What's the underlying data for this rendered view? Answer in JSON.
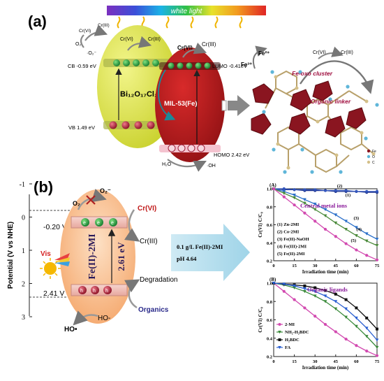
{
  "panel_a": {
    "label": "(a)",
    "light_label": "white light",
    "bi": {
      "name": "Bi₁₂O₁₇Cl₂",
      "cb": "CB -0.59 eV",
      "vb": "VB 1.49 eV",
      "e": "e",
      "h": "h⁺"
    },
    "mil": {
      "name": "MIL-53(Fe)",
      "lumo": "LUMO -0.41eV",
      "homo": "HOMO 2.42 eV"
    },
    "species": {
      "o2": "O₂",
      "o2_minus": "·O₂⁻",
      "cr6": "Cr(VI)",
      "cr3": "Cr(III)",
      "h2o": "H₂O",
      "oh": "·OH",
      "fe2": "Fe²⁺",
      "fe3": "Fe³⁺"
    },
    "cluster_label": "Fe-oxo cluster",
    "linker_label": "Organic linker",
    "atom_legend": [
      "Fe",
      "O",
      "C"
    ]
  },
  "panel_b": {
    "label": "(b)",
    "axis_title": "Potential (V vs NHE)",
    "ticks": [
      "-1",
      "0",
      "1",
      "2",
      "3"
    ],
    "level_cb": "-0.20 V",
    "level_vb": "2.41 V",
    "center_name": "Fe(II)-2MI",
    "gap": "2.61 eV",
    "vis": "Vis",
    "o2": "O₂",
    "o2_minus": "O₂⁻",
    "cr6": "Cr(VI)",
    "cr3": "Cr(III)",
    "degradation": "Degradation",
    "organics": "Organics",
    "ho_rad": "HO•",
    "ho_minus": "HO-",
    "e": "e",
    "h": "h",
    "conditions": [
      "0.1 g/L Fe(II)-2MI",
      "pH 4.64"
    ]
  },
  "chart_a": {
    "type": "line",
    "panel_tag": "(A)",
    "annotation": "Central metal ions",
    "ylabel": "Cr(VI)  C/C₀",
    "xlabel": "Irradiation time (min)",
    "xlim": [
      0,
      75
    ],
    "ylim": [
      0.2,
      1.0
    ],
    "x_ticks": [
      0,
      15,
      30,
      45,
      60,
      75
    ],
    "y_ticks": [
      0.2,
      0.4,
      0.6,
      0.8,
      1.0
    ],
    "legend": [
      "(1) Zn-2MI",
      "(2) Co-2MI",
      "(3) Fe(II)-NaOH",
      "(4) Fe(III)-2MI",
      "(5) Fe(II)-2MI"
    ],
    "curve_labels": [
      "(1)",
      "(2)",
      "(3)",
      "(4)",
      "(5)"
    ],
    "series": [
      {
        "name": "(1) Zn-2MI",
        "color": "#1a2f8a",
        "marker": "circle",
        "x": [
          0,
          7.5,
          15,
          22.5,
          30,
          37.5,
          45,
          52.5,
          60,
          67.5,
          75
        ],
        "y": [
          1.0,
          0.99,
          0.99,
          0.98,
          0.98,
          0.98,
          0.97,
          0.97,
          0.97,
          0.96,
          0.96
        ]
      },
      {
        "name": "(2) Co-2MI",
        "color": "#3355bb",
        "marker": "circle",
        "x": [
          0,
          7.5,
          15,
          22.5,
          30,
          37.5,
          45,
          52.5,
          60,
          67.5,
          75
        ],
        "y": [
          1.0,
          1.0,
          0.99,
          0.99,
          0.99,
          0.98,
          0.98,
          0.98,
          0.97,
          0.97,
          0.97
        ]
      },
      {
        "name": "(3) Fe(II)-NaOH",
        "color": "#2a6fc9",
        "marker": "triangle-down",
        "x": [
          0,
          7.5,
          15,
          22.5,
          30,
          37.5,
          45,
          52.5,
          60,
          67.5,
          75
        ],
        "y": [
          1.0,
          0.97,
          0.93,
          0.88,
          0.83,
          0.77,
          0.71,
          0.64,
          0.57,
          0.5,
          0.44
        ]
      },
      {
        "name": "(4) Fe(III)-2MI",
        "color": "#4a8a3a",
        "marker": "triangle-down",
        "x": [
          0,
          7.5,
          15,
          22.5,
          30,
          37.5,
          45,
          52.5,
          60,
          67.5,
          75
        ],
        "y": [
          1.0,
          0.95,
          0.9,
          0.84,
          0.77,
          0.7,
          0.62,
          0.55,
          0.48,
          0.42,
          0.37
        ]
      },
      {
        "name": "(5) Fe(II)-2MI",
        "color": "#d24ab0",
        "marker": "circle",
        "x": [
          0,
          7.5,
          15,
          22.5,
          30,
          37.5,
          45,
          52.5,
          60,
          67.5,
          75
        ],
        "y": [
          1.0,
          0.91,
          0.82,
          0.73,
          0.64,
          0.55,
          0.47,
          0.39,
          0.32,
          0.26,
          0.21
        ]
      }
    ]
  },
  "chart_b": {
    "type": "line",
    "panel_tag": "(B)",
    "annotation": "Organic ligands",
    "ylabel": "Cr(VI)  C/C₀",
    "xlabel": "Irradiation time (min)",
    "xlim": [
      0,
      75
    ],
    "ylim": [
      0.2,
      1.0
    ],
    "x_ticks": [
      0,
      15,
      30,
      45,
      60,
      75
    ],
    "y_ticks": [
      0.2,
      0.4,
      0.6,
      0.8,
      1.0
    ],
    "legend": [
      "2-MI",
      "NH₂-H₂BDC",
      "H₂BDC",
      "FA"
    ],
    "series": [
      {
        "name": "2-MI",
        "color": "#d24ab0",
        "marker": "circle",
        "x": [
          0,
          7.5,
          15,
          22.5,
          30,
          37.5,
          45,
          52.5,
          60,
          67.5,
          75
        ],
        "y": [
          1.0,
          0.91,
          0.82,
          0.73,
          0.64,
          0.55,
          0.47,
          0.39,
          0.32,
          0.26,
          0.21
        ]
      },
      {
        "name": "NH₂-H₂BDC",
        "color": "#3a8a3a",
        "marker": "triangle-down",
        "x": [
          0,
          7.5,
          15,
          22.5,
          30,
          37.5,
          45,
          52.5,
          60,
          67.5,
          75
        ],
        "y": [
          1.0,
          0.98,
          0.95,
          0.91,
          0.86,
          0.8,
          0.72,
          0.63,
          0.53,
          0.42,
          0.3
        ]
      },
      {
        "name": "H₂BDC",
        "color": "#111111",
        "marker": "square",
        "x": [
          0,
          7.5,
          15,
          22.5,
          30,
          37.5,
          45,
          52.5,
          60,
          67.5,
          75
        ],
        "y": [
          1.0,
          0.99,
          0.98,
          0.97,
          0.95,
          0.92,
          0.88,
          0.82,
          0.73,
          0.62,
          0.5
        ]
      },
      {
        "name": "FA",
        "color": "#2a5fd0",
        "marker": "triangle-down",
        "x": [
          0,
          7.5,
          15,
          22.5,
          30,
          37.5,
          45,
          52.5,
          60,
          67.5,
          75
        ],
        "y": [
          1.0,
          0.99,
          0.97,
          0.94,
          0.91,
          0.86,
          0.8,
          0.72,
          0.62,
          0.51,
          0.38
        ]
      }
    ]
  }
}
